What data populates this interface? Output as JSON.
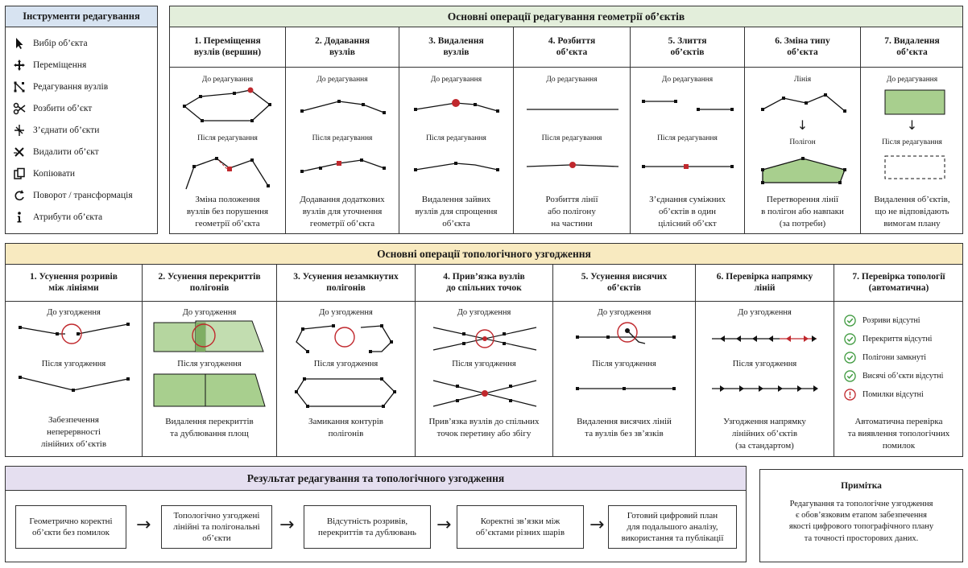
{
  "tools": {
    "title": "Інструменти редагування",
    "items": [
      {
        "icon": "pointer-arrow-icon",
        "label": "Вибір об’єкта"
      },
      {
        "icon": "move-arrows-icon",
        "label": "Переміщення"
      },
      {
        "icon": "node-edit-icon",
        "label": "Редагування вузлів"
      },
      {
        "icon": "scissors-icon",
        "label": "Розбити об’єкт"
      },
      {
        "icon": "merge-icon",
        "label": "З’єднати об’єкти"
      },
      {
        "icon": "delete-cross-icon",
        "label": "Видалити об’єкт"
      },
      {
        "icon": "copy-icon",
        "label": "Копіювати"
      },
      {
        "icon": "rotate-icon",
        "label": "Поворот / трансформація"
      },
      {
        "icon": "info-icon",
        "label": "Атрибути об’єкта"
      }
    ]
  },
  "geometry": {
    "title": "Основні операції редагування геометрії об’єктів",
    "columns": [
      {
        "title": "1. Переміщення\nвузлів (вершин)",
        "before": "До редагування",
        "after": "Після редагування",
        "desc": "Зміна положення\nвузлів без порушення\nгеометрії об’єкта"
      },
      {
        "title": "2. Додавання\nвузлів",
        "before": "До редагування",
        "after": "Після редагування",
        "desc": "Додавання додаткових\nвузлів для уточнення\nгеометрії об’єкта"
      },
      {
        "title": "3. Видалення\nвузлів",
        "before": "До редагування",
        "after": "Після редагування",
        "desc": "Видалення зайвих\nвузлів для спрощення\nоб’єкта"
      },
      {
        "title": "4. Розбиття\nоб’єкта",
        "before": "До редагування",
        "after": "Після редагування",
        "desc": "Розбиття лінії\nабо полігону\nна частини"
      },
      {
        "title": "5. Злиття\nоб’єктів",
        "before": "До редагування",
        "after": "Після редагування",
        "desc": "З’єднання суміжних\nоб’єктів в один\nцілісний об’єкт"
      },
      {
        "title": "6. Зміна типу\nоб’єкта",
        "before": "Лінія",
        "after": "Полігон",
        "desc": "Перетворення лінії\nв полігон або навпаки\n(за потреби)"
      },
      {
        "title": "7. Видалення\nоб’єкта",
        "before": "До редагування",
        "after": "Після редагування",
        "desc": "Видалення об’єктів,\nщо не відповідають\nвимогам плану"
      }
    ]
  },
  "topology": {
    "title": "Основні операції топологічного узгодження",
    "columns": [
      {
        "title": "1. Усунення розривів\nміж лініями",
        "before": "До узгодження",
        "after": "Після узгодження",
        "desc": "Забезпечення\nнеперервності\nлінійних об’єктів"
      },
      {
        "title": "2. Усунення перекриттів\nполігонів",
        "before": "До узгодження",
        "after": "Після узгодження",
        "desc": "Видалення перекриттів\nта дублювання площ"
      },
      {
        "title": "3. Усунення незамкнутих\nполігонів",
        "before": "До узгодження",
        "after": "Після узгодження",
        "desc": "Замикання контурів\nполігонів"
      },
      {
        "title": "4. Прив’язка вузлів\nдо спільних точок",
        "before": "До узгодження",
        "after": "Після узгодження",
        "desc": "Прив’язка вузлів до спільних\nточок перетину або збігу"
      },
      {
        "title": "5. Усунення висячих\nоб’єктів",
        "before": "До узгодження",
        "after": "Після узгодження",
        "desc": "Видалення висячих ліній\nта вузлів без зв’язків"
      },
      {
        "title": "6. Перевірка напрямку\nліній",
        "before": "До узгодження",
        "after": "Після узгодження",
        "desc": "Узгодження напрямку\nлінійних об’єктів\n(за стандартом)"
      },
      {
        "title": "7. Перевірка топології\n(автоматична)",
        "desc": "Автоматична перевірка\nта виявлення топологічних\nпомилок"
      }
    ],
    "checks": [
      {
        "icon": "check-circle-icon",
        "label": "Розриви відсутні"
      },
      {
        "icon": "check-circle-icon",
        "label": "Перекриття відсутні"
      },
      {
        "icon": "check-circle-icon",
        "label": "Полігони замкнуті"
      },
      {
        "icon": "check-circle-icon",
        "label": "Висячі об’єкти відсутні"
      },
      {
        "icon": "alert-circle-icon",
        "label": "Помилки відсутні"
      }
    ]
  },
  "result": {
    "title": "Результат редагування та топологічного узгодження",
    "steps": [
      "Геометрично коректні\nоб’єкти без помилок",
      "Топологічно узгоджені\nлінійні та полігональні\nоб’єкти",
      "Відсутність розривів,\nперекриттів та дублювань",
      "Коректні зв’язки між\nоб’єктами різних шарів",
      "Готовий цифровий план\nдля подальшого аналізу,\nвикористання та публікації"
    ],
    "arrow": "→"
  },
  "note": {
    "title": "Примітка",
    "text": "Редагування та топологічне узгодження\nє обов’язковим етапом забезпечення\nякості цифрового топографічного плану\nта точності просторових даних."
  },
  "colors": {
    "accent_red": "#c0282d",
    "tools_header": "#d7e3f1",
    "geometry_header": "#e3eedb",
    "topology_header": "#f8eac0",
    "result_header": "#e5dff0",
    "check_green": "#3f9a3f",
    "polygon_green": "#a8cf8e"
  }
}
